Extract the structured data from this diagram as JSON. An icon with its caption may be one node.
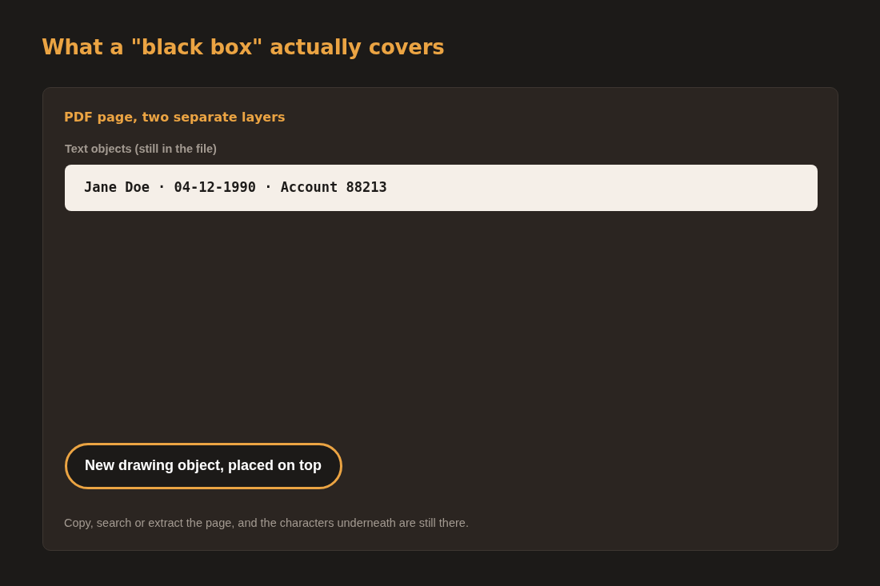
{
  "diagram": {
    "title": "What a \"black box\" actually covers",
    "nodes": [
      {
        "text": [
          "PDF page, two separate layers",
          "Copy, search or extract the page, and the characters underneath are still there."
        ]
      },
      {
        "text": [
          "Text objects (still in the file)",
          "Jane Doe · 04-12-1990 · Account 88213"
        ],
        "in": 0
      },
      {
        "text": [
          "New drawing object, placed on top"
        ],
        "in": 0
      }
    ]
  }
}
